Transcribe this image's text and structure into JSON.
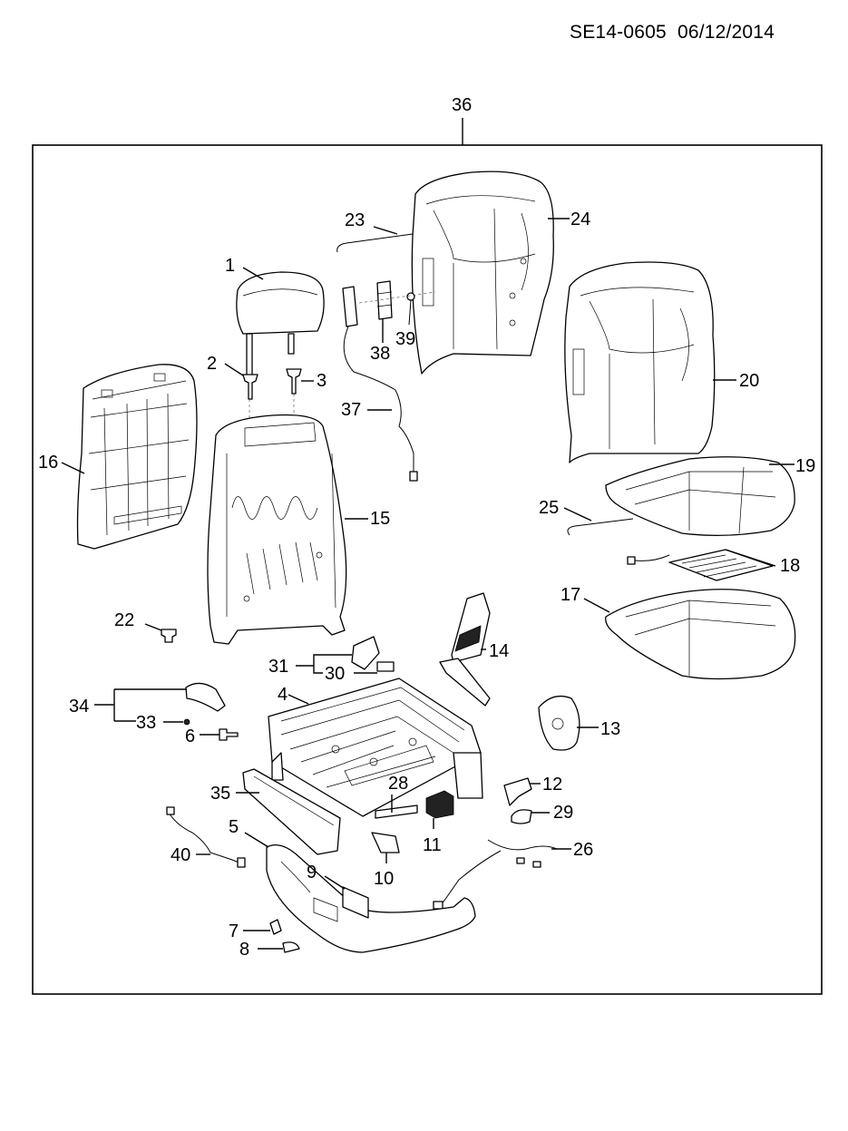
{
  "header": {
    "code": "SE14-0605  06/12/2014"
  },
  "callouts": {
    "c1": "1",
    "c2": "2",
    "c3": "3",
    "c4": "4",
    "c5": "5",
    "c6": "6",
    "c7": "7",
    "c8": "8",
    "c9": "9",
    "c10": "10",
    "c11": "11",
    "c12": "12",
    "c13": "13",
    "c14": "14",
    "c15": "15",
    "c16": "16",
    "c17": "17",
    "c18": "18",
    "c19": "19",
    "c20": "20",
    "c22": "22",
    "c23": "23",
    "c24": "24",
    "c25": "25",
    "c26": "26",
    "c28": "28",
    "c29": "29",
    "c30": "30",
    "c31": "31",
    "c33": "33",
    "c34": "34",
    "c35": "35",
    "c36": "36",
    "c37": "37",
    "c38": "38",
    "c39": "39",
    "c40": "40"
  }
}
